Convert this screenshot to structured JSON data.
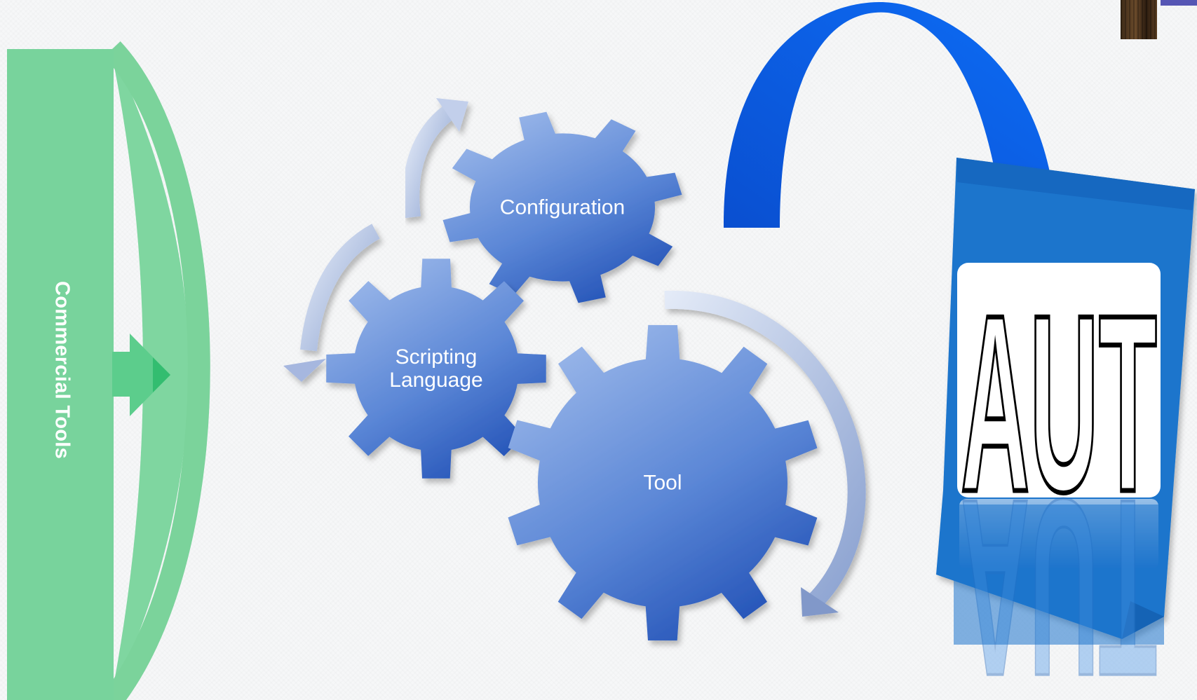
{
  "diagram": {
    "side_label": "Commercial Tools",
    "gears": {
      "configuration": "Configuration",
      "scripting": "Scripting\nLanguage",
      "tool": "Tool"
    },
    "aut_badge": "AUT"
  },
  "colors": {
    "green_panel": "#78d39c",
    "green_arrow": "#3cc47a",
    "gear_light": "#8daee6",
    "gear_dark": "#2653b8",
    "arc_blue": "#0a62e0",
    "book_blue": "#1d74cc"
  },
  "icons": {
    "corner_logo": "portrait-thumbnail-icon"
  }
}
